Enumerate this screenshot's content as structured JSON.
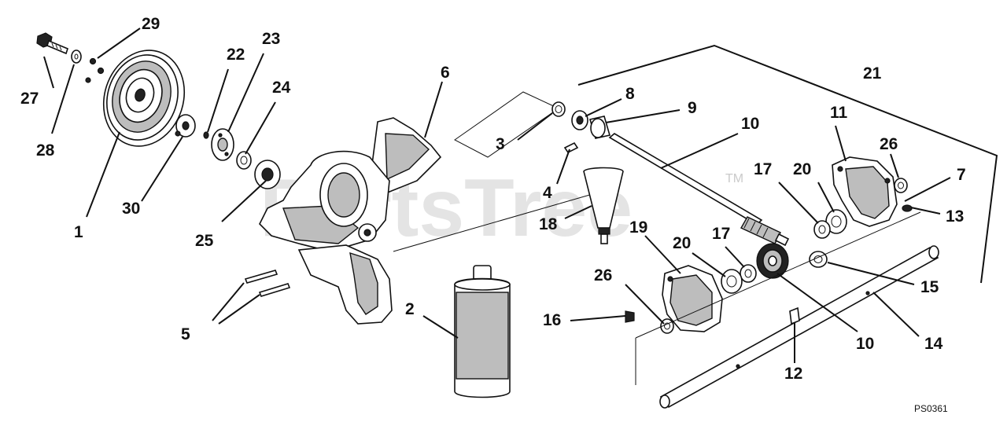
{
  "watermark": {
    "brand": "PartsTree",
    "trademark": "TM"
  },
  "diagram_code": "PS0361",
  "callouts": {
    "c1": "1",
    "c2": "2",
    "c3": "3",
    "c4": "4",
    "c5": "5",
    "c6": "6",
    "c7": "7",
    "c8": "8",
    "c9": "9",
    "c10a": "10",
    "c10b": "10",
    "c11": "11",
    "c12": "12",
    "c13": "13",
    "c14": "14",
    "c15": "15",
    "c16": "16",
    "c17a": "17",
    "c17b": "17",
    "c18": "18",
    "c19": "19",
    "c20a": "20",
    "c20b": "20",
    "c21": "21",
    "c22": "22",
    "c23": "23",
    "c24": "24",
    "c25": "25",
    "c26a": "26",
    "c26b": "26",
    "c27": "27",
    "c28": "28",
    "c29": "29",
    "c30": "30"
  }
}
